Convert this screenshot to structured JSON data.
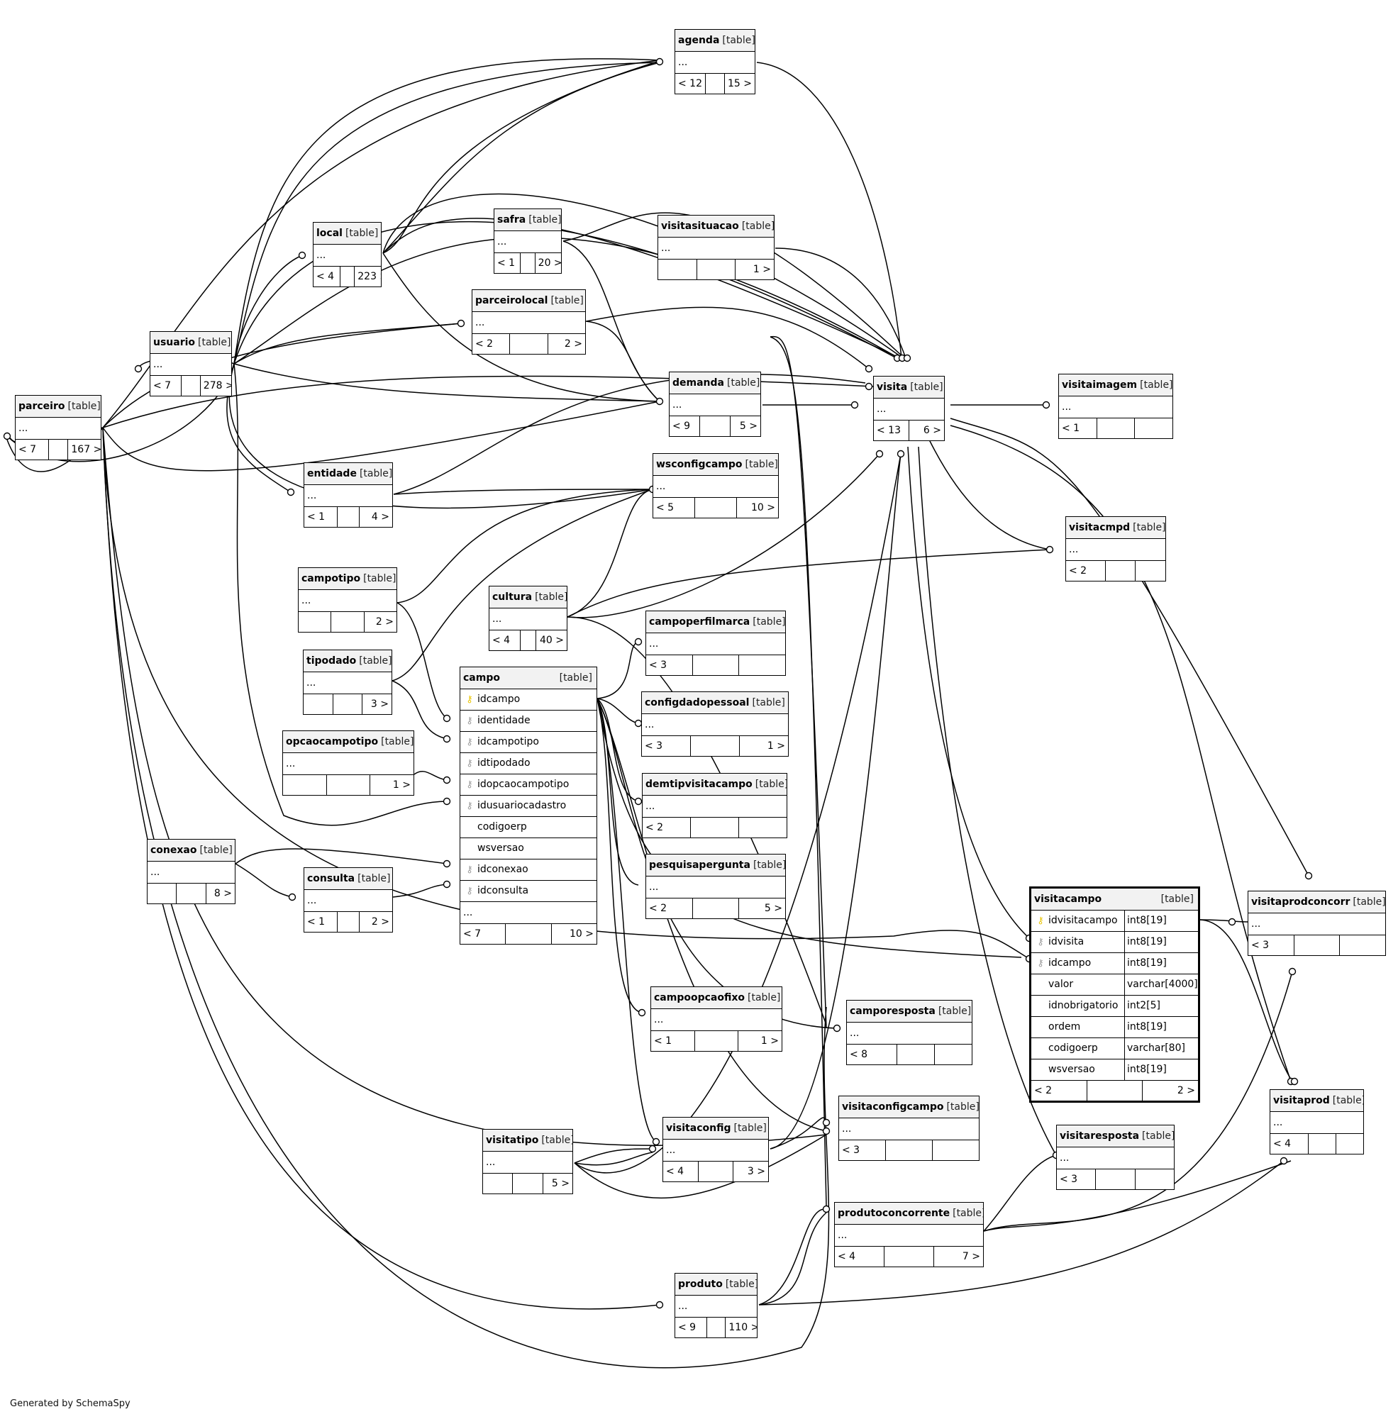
{
  "diagram": {
    "footer_credit": "Generated by SchemaSpy",
    "tables": {
      "agenda": {
        "name": "agenda",
        "type": "[table]",
        "dots": "...",
        "footer": [
          "< 12",
          "",
          "15 >"
        ]
      },
      "local": {
        "name": "local",
        "type": "[table]",
        "dots": "...",
        "footer": [
          "< 4",
          "",
          "223 >"
        ]
      },
      "safra": {
        "name": "safra",
        "type": "[table]",
        "dots": "...",
        "footer": [
          "< 1",
          "",
          "20 >"
        ]
      },
      "visitasituacao": {
        "name": "visitasituacao",
        "type": "[table]",
        "dots": "...",
        "footer": [
          "",
          "",
          "1 >"
        ]
      },
      "parceirolocal": {
        "name": "parceirolocal",
        "type": "[table]",
        "dots": "...",
        "footer": [
          "< 2",
          "",
          "2 >"
        ]
      },
      "usuario": {
        "name": "usuario",
        "type": "[table]",
        "dots": "...",
        "footer": [
          "< 7",
          "",
          "278 >"
        ]
      },
      "parceiro": {
        "name": "parceiro",
        "type": "[table]",
        "dots": "...",
        "footer": [
          "< 7",
          "",
          "167 >"
        ]
      },
      "demanda": {
        "name": "demanda",
        "type": "[table]",
        "dots": "...",
        "footer": [
          "< 9",
          "",
          "5 >"
        ]
      },
      "visita": {
        "name": "visita",
        "type": "[table]",
        "dots": "...",
        "footer": [
          "< 13",
          "6 >"
        ]
      },
      "visitaimagem": {
        "name": "visitaimagem",
        "type": "[table]",
        "dots": "...",
        "footer": [
          "< 1",
          "",
          ""
        ]
      },
      "entidade": {
        "name": "entidade",
        "type": "[table]",
        "dots": "...",
        "footer": [
          "< 1",
          "",
          "4 >"
        ]
      },
      "wsconfigcampo": {
        "name": "wsconfigcampo",
        "type": "[table]",
        "dots": "...",
        "footer": [
          "< 5",
          "",
          "10 >"
        ]
      },
      "visitacmpd": {
        "name": "visitacmpd",
        "type": "[table]",
        "dots": "...",
        "footer": [
          "< 2",
          "",
          ""
        ]
      },
      "campotipo": {
        "name": "campotipo",
        "type": "[table]",
        "dots": "...",
        "footer": [
          "",
          "",
          "2 >"
        ]
      },
      "cultura": {
        "name": "cultura",
        "type": "[table]",
        "dots": "...",
        "footer": [
          "< 4",
          "",
          "40 >"
        ]
      },
      "campoperfilmarca": {
        "name": "campoperfilmarca",
        "type": "[table]",
        "dots": "...",
        "footer": [
          "< 3",
          "",
          ""
        ]
      },
      "tipodado": {
        "name": "tipodado",
        "type": "[table]",
        "dots": "...",
        "footer": [
          "",
          "",
          "3 >"
        ]
      },
      "configdadopessoal": {
        "name": "configdadopessoal",
        "type": "[table]",
        "dots": "...",
        "footer": [
          "< 3",
          "",
          "1 >"
        ]
      },
      "opcaocampotipo": {
        "name": "opcaocampotipo",
        "type": "[table]",
        "dots": "...",
        "footer": [
          "",
          "",
          "1 >"
        ]
      },
      "demtipvisitacampo": {
        "name": "demtipvisitacampo",
        "type": "[table]",
        "dots": "...",
        "footer": [
          "< 2",
          "",
          ""
        ]
      },
      "pesquisapergunta": {
        "name": "pesquisapergunta",
        "type": "[table]",
        "dots": "...",
        "footer": [
          "< 2",
          "",
          "5 >"
        ]
      },
      "conexao": {
        "name": "conexao",
        "type": "[table]",
        "dots": "...",
        "footer": [
          "",
          "",
          "8 >"
        ]
      },
      "consulta": {
        "name": "consulta",
        "type": "[table]",
        "dots": "...",
        "footer": [
          "< 1",
          "",
          "2 >"
        ]
      },
      "visitaprodconcorr": {
        "name": "visitaprodconcorr",
        "type": "[table]",
        "dots": "...",
        "footer": [
          "< 3",
          "",
          ""
        ]
      },
      "campoopcaofixo": {
        "name": "campoopcaofixo",
        "type": "[table]",
        "dots": "...",
        "footer": [
          "< 1",
          "",
          "1 >"
        ]
      },
      "camporesposta": {
        "name": "camporesposta",
        "type": "[table]",
        "dots": "...",
        "footer": [
          "< 8",
          "",
          ""
        ]
      },
      "visitaprod": {
        "name": "visitaprod",
        "type": "[table]",
        "dots": "...",
        "footer": [
          "< 4",
          "",
          ""
        ]
      },
      "visitaconfigcampo": {
        "name": "visitaconfigcampo",
        "type": "[table]",
        "dots": "...",
        "footer": [
          "< 3",
          "",
          ""
        ]
      },
      "visitatipo": {
        "name": "visitatipo",
        "type": "[table]",
        "dots": "...",
        "footer": [
          "",
          "",
          "5 >"
        ]
      },
      "visitaconfig": {
        "name": "visitaconfig",
        "type": "[table]",
        "dots": "...",
        "footer": [
          "< 4",
          "",
          "3 >"
        ]
      },
      "visitaresposta": {
        "name": "visitaresposta",
        "type": "[table]",
        "dots": "...",
        "footer": [
          "< 3",
          "",
          ""
        ]
      },
      "produtoconcorrente": {
        "name": "produtoconcorrente",
        "type": "[table]",
        "dots": "...",
        "footer": [
          "< 4",
          "",
          "7 >"
        ]
      },
      "produto": {
        "name": "produto",
        "type": "[table]",
        "dots": "...",
        "footer": [
          "< 9",
          "",
          "110 >"
        ]
      }
    },
    "campo": {
      "name": "campo",
      "type": "[table]",
      "columns": [
        {
          "name": "idcampo",
          "key": "pk"
        },
        {
          "name": "identidade",
          "key": "fk"
        },
        {
          "name": "idcampotipo",
          "key": "fk"
        },
        {
          "name": "idtipodado",
          "key": "fk"
        },
        {
          "name": "idopcaocampotipo",
          "key": "fk"
        },
        {
          "name": "idusuariocadastro",
          "key": "fk"
        },
        {
          "name": "codigoerp",
          "key": "none"
        },
        {
          "name": "wsversao",
          "key": "none"
        },
        {
          "name": "idconexao",
          "key": "fk"
        },
        {
          "name": "idconsulta",
          "key": "fk"
        }
      ],
      "dots": "...",
      "footer": [
        "< 7",
        "",
        "10 >"
      ]
    },
    "visitacampo": {
      "name": "visitacampo",
      "type": "[table]",
      "columns": [
        {
          "name": "idvisitacampo",
          "type": "int8[19]",
          "key": "pk"
        },
        {
          "name": "idvisita",
          "type": "int8[19]",
          "key": "fk"
        },
        {
          "name": "idcampo",
          "type": "int8[19]",
          "key": "fk"
        },
        {
          "name": "valor",
          "type": "varchar[4000]",
          "key": "none"
        },
        {
          "name": "idnobrigatorio",
          "type": "int2[5]",
          "key": "none"
        },
        {
          "name": "ordem",
          "type": "int8[19]",
          "key": "none"
        },
        {
          "name": "codigoerp",
          "type": "varchar[80]",
          "key": "none"
        },
        {
          "name": "wsversao",
          "type": "int8[19]",
          "key": "none"
        }
      ],
      "footer": [
        "< 2",
        "",
        "2 >"
      ]
    },
    "icons": {
      "primary_key": "key-icon",
      "foreign_key": "key-icon"
    },
    "colors": {
      "primary_key": "#e8c400",
      "foreign_key": "#9a9a9a",
      "header_bg": "#f2f2f2"
    }
  }
}
